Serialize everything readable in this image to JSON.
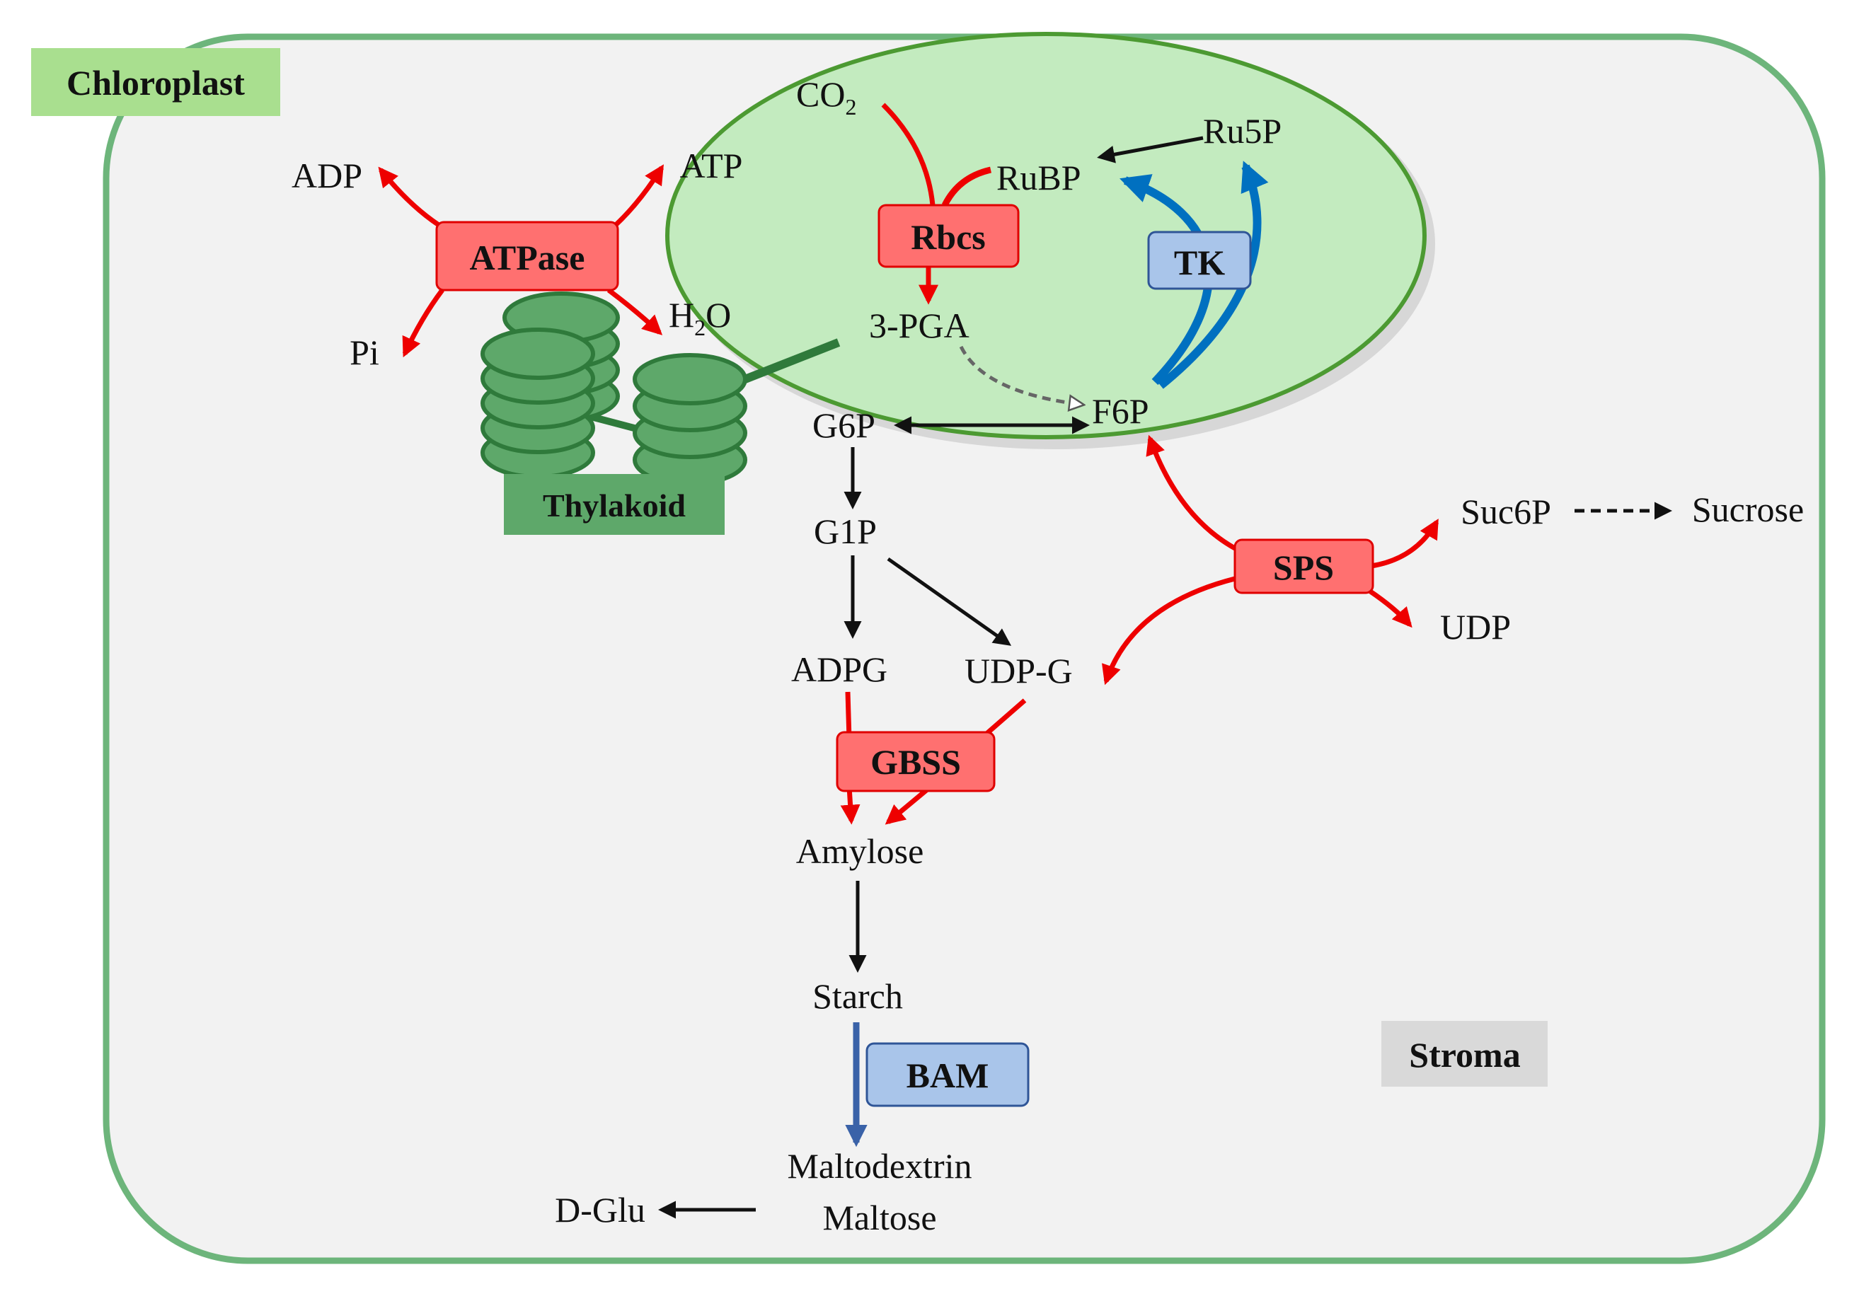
{
  "regions": {
    "chloroplast": "Chloroplast",
    "stroma": "Stroma",
    "thylakoid": "Thylakoid"
  },
  "enzymes": {
    "atpase": "ATPase",
    "rbcs": "Rbcs",
    "tk": "TK",
    "sps": "SPS",
    "gbss": "GBSS",
    "bam": "BAM"
  },
  "metabolites": {
    "adp": "ADP",
    "atp": "ATP",
    "pi": "Pi",
    "h2o_main": "H",
    "h2o_sub": "2",
    "h2o_tail": "O",
    "co2_main": "CO",
    "co2_sub": "2",
    "rubp": "RuBP",
    "ru5p": "Ru5P",
    "pga": "3-PGA",
    "f6p": "F6P",
    "g6p": "G6P",
    "g1p": "G1P",
    "adpg": "ADPG",
    "udpg": "UDP-G",
    "amylose": "Amylose",
    "starch": "Starch",
    "maltodextrin": "Maltodextrin",
    "maltose": "Maltose",
    "dglu": "D-Glu",
    "suc6p": "Suc6P",
    "sucrose": "Sucrose",
    "udp": "UDP"
  },
  "colors": {
    "membrane": "#6db57b",
    "stroma_fill": "#f2f2f2",
    "chloroplast_label_bg": "#a9df8f",
    "thylakoid_green": "#5ea86a",
    "thylakoid_stroke": "#2f7a3b",
    "thylakoid_label_bg": "#5ea86a",
    "calvin_fill": "#c3ebbf",
    "calvin_stroke": "#4c9a32",
    "red_enzyme_fill": "#ff7070",
    "red_enzyme_stroke": "#e00000",
    "blue_enzyme_fill": "#a9c5ea",
    "blue_enzyme_stroke": "#2f5597",
    "red_arrow": "#ee0000",
    "blue_arrow": "#0070c0",
    "black_arrow": "#111111",
    "stroma_label_bg": "#d9d9d9"
  }
}
